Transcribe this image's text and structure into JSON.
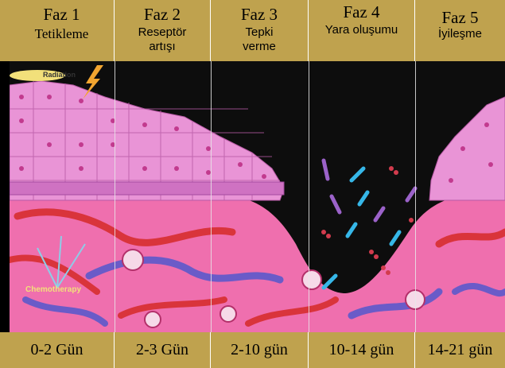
{
  "phases": [
    {
      "title": "Faz 1",
      "subtitle": "Tetikleme",
      "duration": "0-2 Gün"
    },
    {
      "title": "Faz 2",
      "subtitle": "Reseptör artışı",
      "duration": "2-3 Gün"
    },
    {
      "title": "Faz 3",
      "subtitle": "Tepki verme",
      "duration": "2-10 gün"
    },
    {
      "title": "Faz 4",
      "subtitle": "Yara oluşumu",
      "duration": "10-14 gün"
    },
    {
      "title": "Faz 5",
      "subtitle": "İyileşme",
      "duration": "14-21 gün"
    }
  ],
  "labels": {
    "radiation": "Radiation",
    "chemotherapy": "Chemotherapy"
  },
  "colors": {
    "header_bg": "#bfa24e",
    "epithelium": "#e98fd0",
    "tissue": "#f06fb0",
    "vessel_red": "#d9343b",
    "vessel_blue": "#6a5bc8",
    "bacteria_blue": "#36b7e8",
    "bacteria_purple": "#9b62c9",
    "bacteria_red": "#d23b4d"
  }
}
